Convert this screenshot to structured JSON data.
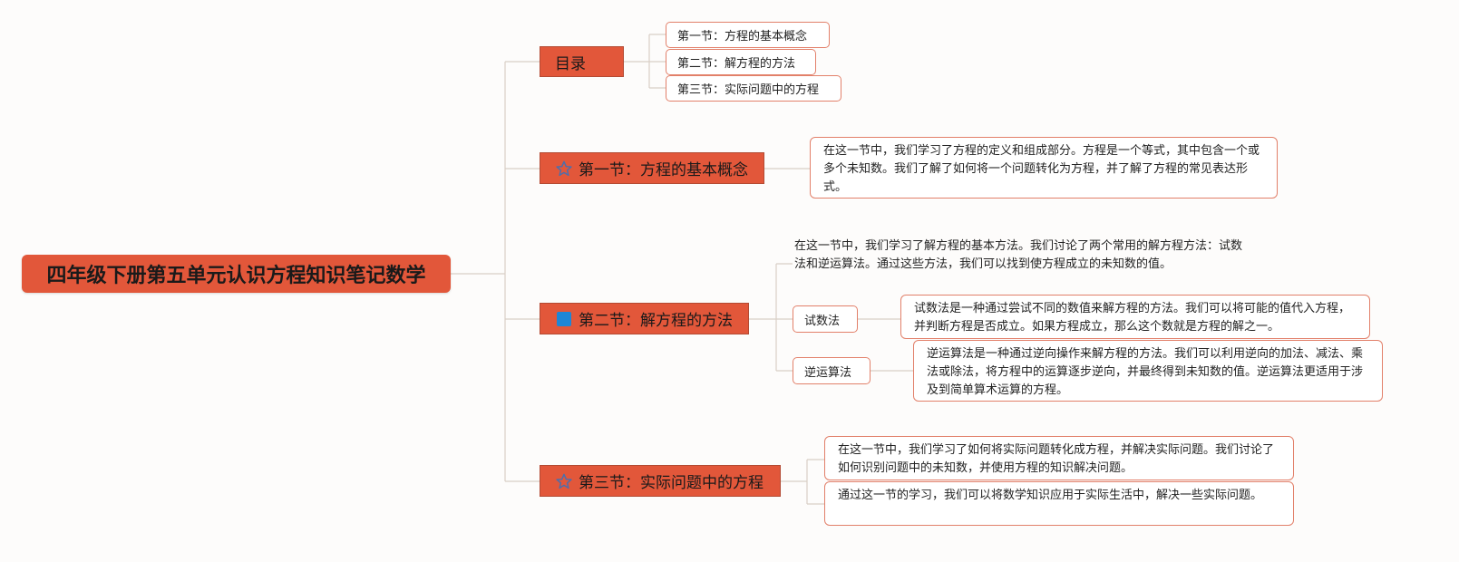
{
  "root": {
    "title": "四年级下册第五单元认识方程知识笔记数学"
  },
  "catalog": {
    "label": "目录",
    "items": [
      "第一节：方程的基本概念",
      "第二节：解方程的方法",
      "第三节：实际问题中的方程"
    ]
  },
  "section1": {
    "label": "第一节：方程的基本概念",
    "icon": "star-icon",
    "note": "在这一节中，我们学习了方程的定义和组成部分。方程是一个等式，其中包含一个或多个未知数。我们了解了如何将一个问题转化为方程，并了解了方程的常见表达形式。"
  },
  "section2": {
    "label": "第二节：解方程的方法",
    "icon": "blue-square-icon",
    "note": "在这一节中，我们学习了解方程的基本方法。我们讨论了两个常用的解方程方法：试数法和逆运算法。通过这些方法，我们可以找到使方程成立的未知数的值。",
    "method1": {
      "label": "试数法",
      "note": "试数法是一种通过尝试不同的数值来解方程的方法。我们可以将可能的值代入方程，并判断方程是否成立。如果方程成立，那么这个数就是方程的解之一。"
    },
    "method2": {
      "label": "逆运算法",
      "note": "逆运算法是一种通过逆向操作来解方程的方法。我们可以利用逆向的加法、减法、乘法或除法，将方程中的运算逐步逆向，并最终得到未知数的值。逆运算法更适用于涉及到简单算术运算的方程。"
    }
  },
  "section3": {
    "label": "第三节：实际问题中的方程",
    "icon": "star-icon",
    "note1": "在这一节中，我们学习了如何将实际问题转化成方程，并解决实际问题。我们讨论了如何识别问题中的未知数，并使用方程的知识解决问题。",
    "note2": "通过这一节的学习，我们可以将数学知识应用于实际生活中，解决一些实际问题。"
  },
  "colors": {
    "accent": "#e2573a",
    "border": "#e2806a",
    "line": "#d9cfc6"
  }
}
